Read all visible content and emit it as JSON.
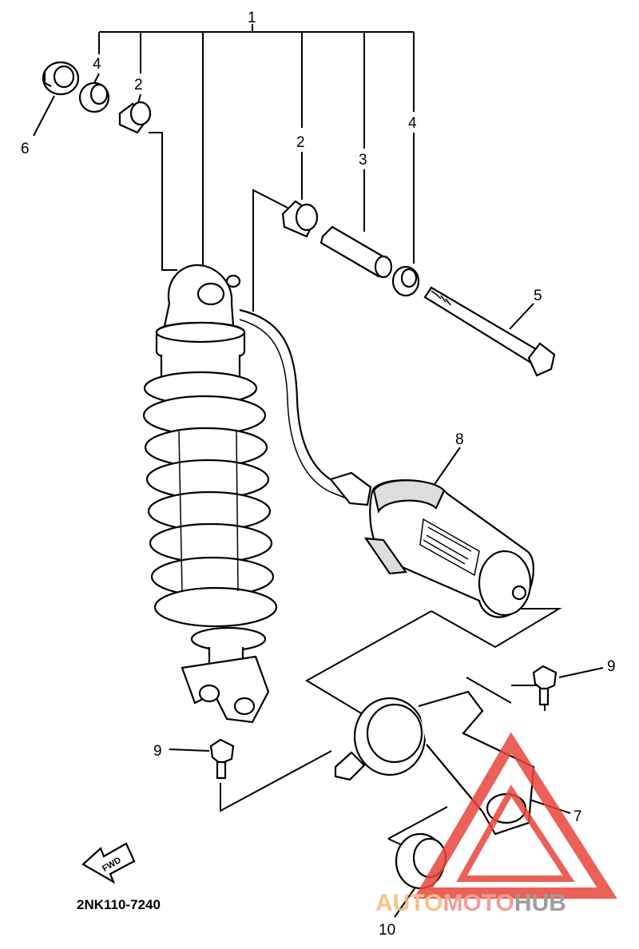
{
  "callouts": [
    {
      "id": "1",
      "label": "1"
    },
    {
      "id": "2a",
      "label": "2"
    },
    {
      "id": "2b",
      "label": "2"
    },
    {
      "id": "3",
      "label": "3"
    },
    {
      "id": "4a",
      "label": "4"
    },
    {
      "id": "4b",
      "label": "4"
    },
    {
      "id": "5",
      "label": "5"
    },
    {
      "id": "6",
      "label": "6"
    },
    {
      "id": "7",
      "label": "7"
    },
    {
      "id": "8",
      "label": "8"
    },
    {
      "id": "9a",
      "label": "9"
    },
    {
      "id": "9b",
      "label": "9"
    },
    {
      "id": "10",
      "label": "10"
    }
  ],
  "diagram_code": "2NK110-7240",
  "fwd_label": "FWD",
  "watermark": {
    "part1": "AUTO",
    "part2": "MOTO",
    "part3": "HUB",
    "color1": "#f5b971",
    "color2": "#ee8f86",
    "color3": "#8c8c8c",
    "triangle_color": "#e8453c"
  }
}
